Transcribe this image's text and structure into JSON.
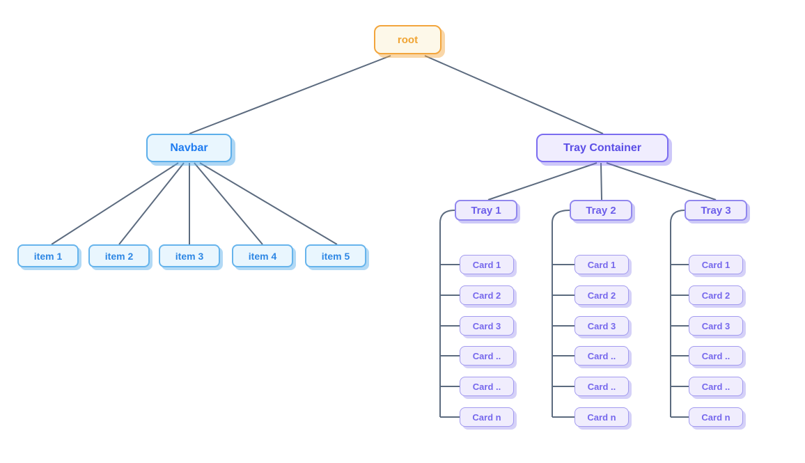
{
  "diagram": {
    "root": {
      "label": "root"
    },
    "navbar": {
      "label": "Navbar",
      "items": [
        {
          "label": "item 1"
        },
        {
          "label": "item 2"
        },
        {
          "label": "item 3"
        },
        {
          "label": "item 4"
        },
        {
          "label": "item 5"
        }
      ]
    },
    "tray_container": {
      "label": "Tray Container",
      "trays": [
        {
          "label": "Tray 1",
          "cards": [
            {
              "label": "Card 1"
            },
            {
              "label": "Card 2"
            },
            {
              "label": "Card 3"
            },
            {
              "label": "Card .."
            },
            {
              "label": "Card .."
            },
            {
              "label": "Card n"
            }
          ]
        },
        {
          "label": "Tray 2",
          "cards": [
            {
              "label": "Card 1"
            },
            {
              "label": "Card 2"
            },
            {
              "label": "Card 3"
            },
            {
              "label": "Card .."
            },
            {
              "label": "Card .."
            },
            {
              "label": "Card n"
            }
          ]
        },
        {
          "label": "Tray 3",
          "cards": [
            {
              "label": "Card 1"
            },
            {
              "label": "Card 2"
            },
            {
              "label": "Card 3"
            },
            {
              "label": "Card .."
            },
            {
              "label": "Card .."
            },
            {
              "label": "Card n"
            }
          ]
        }
      ]
    },
    "palette": {
      "background": "#ffffff",
      "edge": "#5c6b7f",
      "root_fill": "#fdf8e9",
      "root_border": "#f2a53c",
      "root_text": "#f0a433",
      "blue_fill": "#e9f6fe",
      "blue_border": "#5caeea",
      "blue_text": "#1f7cf0",
      "purple_fill": "#f0edfe",
      "purple_border": "#7b6cf0",
      "purple_text": "#5b4ee6",
      "tray_border": "#9187ee",
      "tray_text": "#6d5fea",
      "card_border": "#a29aef",
      "card_text": "#7668ec"
    }
  }
}
